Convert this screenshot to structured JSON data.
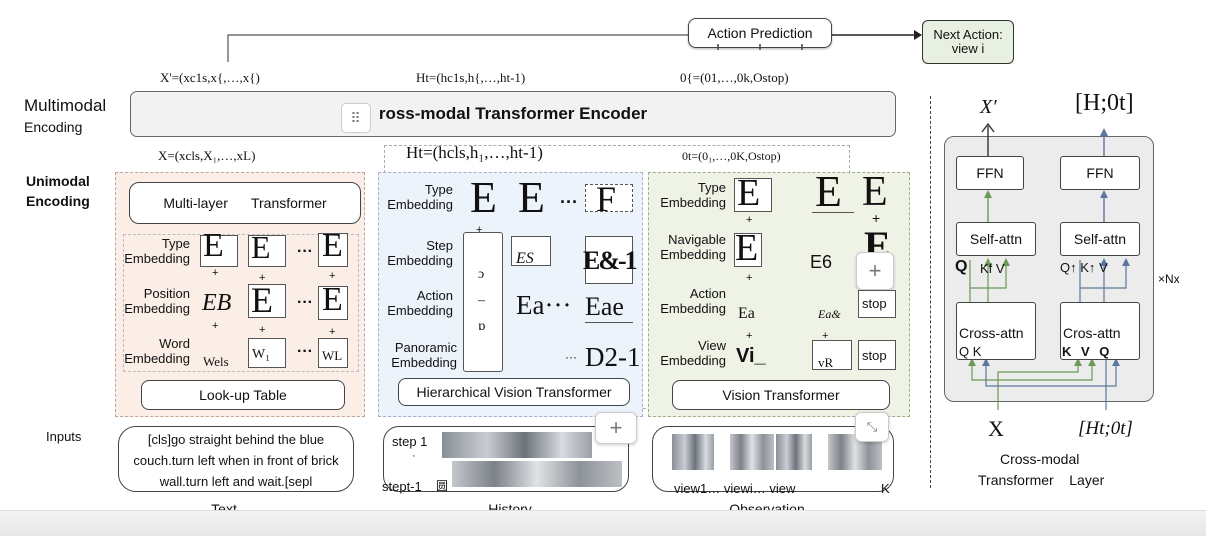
{
  "top": {
    "action_prediction": "Action Prediction",
    "next_action": "Next Action: view i",
    "eq_x_prime": "X'=(xc1s,x{,…,x{)",
    "eq_ht_top": "Ht=(hc1s,h{,…,ht-1)",
    "eq_o_top": "0{=(01,…,0k,Ostop)"
  },
  "left_labels": {
    "multimodal": "Multimodal",
    "encoding": "Encoding",
    "unimodal": "Unimodal",
    "unimodal_encoding": "Encoding",
    "inputs": "Inputs"
  },
  "encoder": {
    "title": "ross-modal Transformer Encoder"
  },
  "mid_eqs": {
    "x": "X=(xcls,X₁,…,xL)",
    "ht": "Ht=(hcls,h₁,…,ht-1)",
    "o": "0t=(0₁,…,0K,Ostop)"
  },
  "text_panel": {
    "top_box": "Multi-layer      Transformer",
    "type_emb": "Type Embedding",
    "pos_emb": "Position Embedding",
    "word_emb": "Word Embedding",
    "glyph_e": "E",
    "glyph_eb": "EB",
    "dots": "···",
    "w_cls": "Wels",
    "w_1": "W₁",
    "w_l": "WL",
    "bottom_box": "Look-up Table",
    "input_text": "[cls]go straight behind the blue couch.turn left when in front of brick wall.turn left and wait.[sepl",
    "caption": "Text"
  },
  "history_panel": {
    "type_emb": "Type Embedding",
    "step_emb": "Step Embedding",
    "action_emb": "Action Embedding",
    "pano_emb": "Panoramic Embedding",
    "glyph_e": "E",
    "glyph_f": "F",
    "es": "ES",
    "e_minus1": "E&-1",
    "ea": "Ea···",
    "eae": "Eae",
    "d2": "D2-1",
    "dots": "···",
    "bottom_box": "Hierarchical Vision Transformer",
    "step1": "step 1",
    "stept": "stept-1",
    "caption": "History"
  },
  "obs_panel": {
    "type_emb": "Type Embedding",
    "nav_emb": "Navigable Embedding",
    "action_emb": "Action Embedding",
    "view_emb": "View Embedding",
    "glyph_e": "E",
    "e6": "E6",
    "ea": "Ea",
    "ea_and": "Ea&",
    "stop1": "stop",
    "stop2": "stop",
    "vi": "Vi_",
    "vr": "vR",
    "bottom_box": "Vision Transformer",
    "views": "view1… viewi… view",
    "k": "K",
    "caption": "Observation"
  },
  "layer": {
    "x_prime": "X′",
    "h0t": "[H;0t]",
    "ffn_left": "FFN",
    "ffn_right": "FFN",
    "self_left": "Self-attn",
    "self_right": "Self-attn",
    "qkv_left_q": "Q",
    "qkv_left_kv": "Kf V",
    "qkv_right": "Q↑ K↑ V",
    "nx": "×Nx",
    "cross_left": "Cross-attn",
    "cross_right": "Cros-attn",
    "cross_left_qk": "Q K",
    "cross_right_kvq": "K V Q",
    "x": "X",
    "ht0t": "[Ht;0t]",
    "caption1": "Cross-modal",
    "caption2": "Transformer    Layer"
  }
}
